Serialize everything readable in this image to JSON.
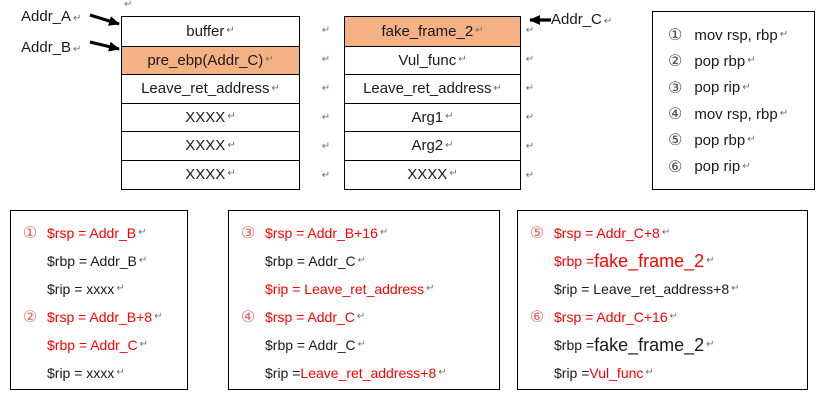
{
  "colors": {
    "highlight": "#F4B183",
    "red_text": "#FF0000",
    "circle_number_red": "#EE6060",
    "ink": "#1A1A1A",
    "paragraph_mark_gray": "#6E6E6E",
    "border": "#000000"
  },
  "paragraph_mark": "↵",
  "pointer_labels": {
    "addr_a": "Addr_A",
    "addr_b": "Addr_B",
    "addr_c": "Addr_C"
  },
  "stack_left": {
    "rows": [
      {
        "text": "buffer",
        "highlight": false
      },
      {
        "text": "pre_ebp(Addr_C)",
        "highlight": true
      },
      {
        "text": "Leave_ret_address",
        "highlight": false
      },
      {
        "text": "XXXX",
        "highlight": false
      },
      {
        "text": "XXXX",
        "highlight": false
      },
      {
        "text": "XXXX",
        "highlight": false
      }
    ]
  },
  "stack_right": {
    "rows": [
      {
        "text": "fake_frame_2",
        "highlight": true
      },
      {
        "text": "Vul_func",
        "highlight": false
      },
      {
        "text": "Leave_ret_address",
        "highlight": false
      },
      {
        "text": "Arg1",
        "highlight": false
      },
      {
        "text": "Arg2",
        "highlight": false
      },
      {
        "text": "XXXX",
        "highlight": false
      }
    ]
  },
  "gadget_list": {
    "items": [
      {
        "num": "①",
        "text": "mov rsp, rbp"
      },
      {
        "num": "②",
        "text": "pop rbp"
      },
      {
        "num": "③",
        "text": "pop rip"
      },
      {
        "num": "④",
        "text": "mov rsp, rbp"
      },
      {
        "num": "⑤",
        "text": "pop rbp"
      },
      {
        "num": "⑥",
        "text": "pop rip"
      }
    ]
  },
  "state_boxes": [
    {
      "lines": [
        {
          "num": "①",
          "segments": [
            {
              "t": "$rsp = Addr_B",
              "red": true
            }
          ]
        },
        {
          "num": "",
          "segments": [
            {
              "t": "$rbp = Addr_B",
              "red": false
            }
          ]
        },
        {
          "num": "",
          "segments": [
            {
              "t": "$rip = xxxx",
              "red": false
            }
          ]
        },
        {
          "num": "②",
          "segments": [
            {
              "t": "$rsp = Addr_B+8",
              "red": true
            }
          ]
        },
        {
          "num": "",
          "segments": [
            {
              "t": "$rbp = Addr_C",
              "red": true
            }
          ]
        },
        {
          "num": "",
          "segments": [
            {
              "t": "$rip = xxxx",
              "red": false
            }
          ]
        }
      ]
    },
    {
      "lines": [
        {
          "num": "③",
          "segments": [
            {
              "t": "$rsp = Addr_B+16",
              "red": true
            }
          ]
        },
        {
          "num": "",
          "segments": [
            {
              "t": "$rbp = Addr_C",
              "red": false
            }
          ]
        },
        {
          "num": "",
          "segments": [
            {
              "t": "$rip = Leave_ret_address",
              "red": true
            }
          ]
        },
        {
          "num": "④",
          "segments": [
            {
              "t": "$rsp = Addr_C",
              "red": true
            }
          ]
        },
        {
          "num": "",
          "segments": [
            {
              "t": "$rbp = Addr_C",
              "red": false
            }
          ]
        },
        {
          "num": "",
          "segments": [
            {
              "t": "$rip = ",
              "red": false
            },
            {
              "t": "Leave_ret_address+8",
              "red": true
            }
          ]
        }
      ]
    },
    {
      "lines": [
        {
          "num": "⑤",
          "segments": [
            {
              "t": "$rsp = Addr_C+8",
              "red": true
            }
          ]
        },
        {
          "num": "",
          "indent": true,
          "segments": [
            {
              "t": "$rbp = ",
              "red": true
            },
            {
              "t": "fake_frame_2",
              "red": true,
              "big": true
            }
          ]
        },
        {
          "num": "",
          "segments": [
            {
              "t": "$rip = Leave_ret_address+8",
              "red": false
            }
          ]
        },
        {
          "num": "⑥",
          "segments": [
            {
              "t": "$rsp = Addr_C+16",
              "red": true
            }
          ]
        },
        {
          "num": "",
          "segments": [
            {
              "t": "$rbp = ",
              "red": false
            },
            {
              "t": "fake_frame_2",
              "red": false,
              "big": true
            }
          ]
        },
        {
          "num": "",
          "segments": [
            {
              "t": "$rip = ",
              "red": false
            },
            {
              "t": "Vul_func",
              "red": true
            }
          ]
        }
      ]
    }
  ]
}
